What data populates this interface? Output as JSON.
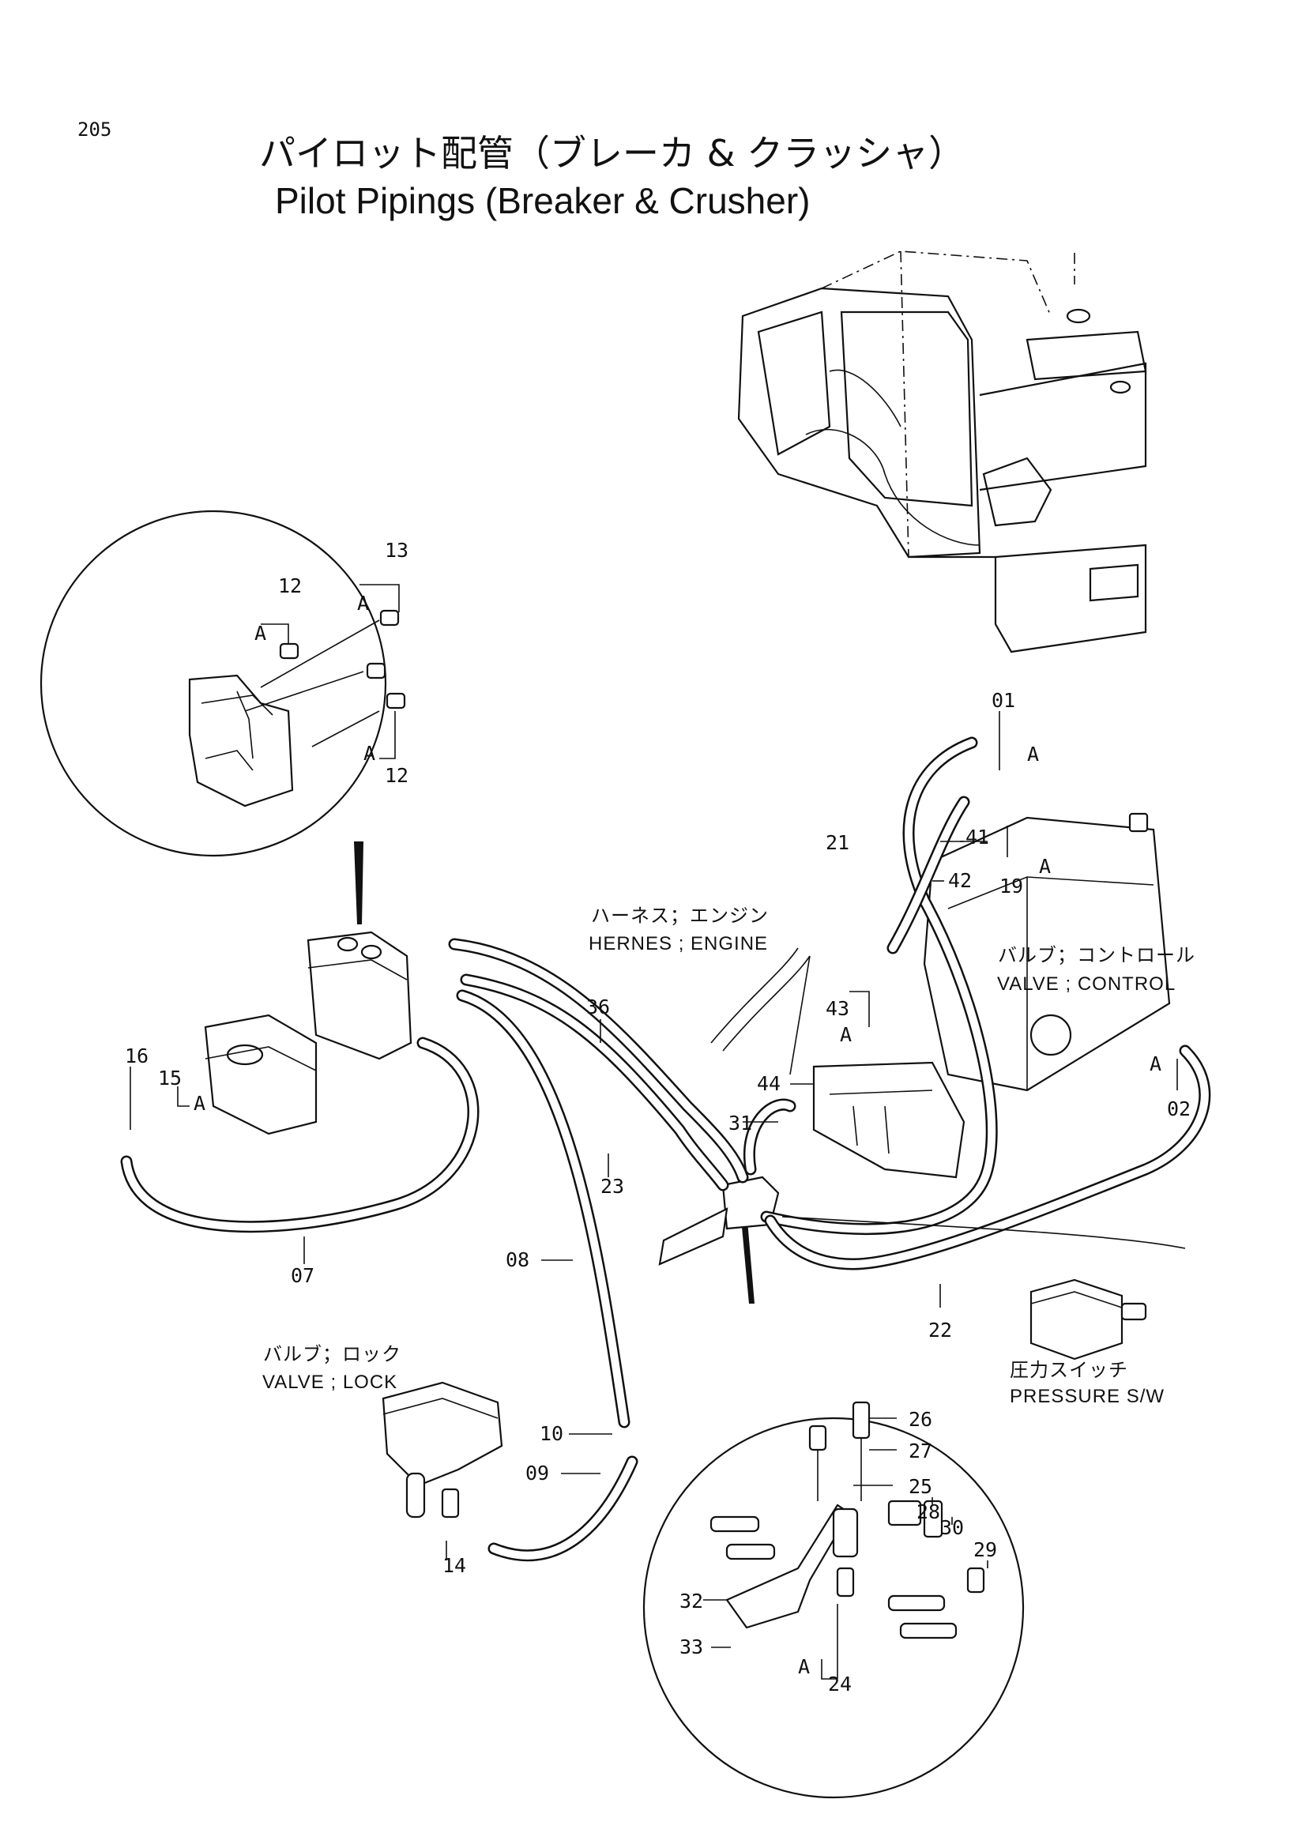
{
  "page": {
    "number": "205"
  },
  "title": {
    "japanese": "パイロット配管（ブレーカ & クラッシャ）",
    "english": "Pilot Pipings (Breaker & Crusher)"
  },
  "captions": {
    "harness_jp": "ハーネス；エンジン",
    "harness_en": "HERNES ; ENGINE",
    "valve_control_jp": "バルブ；コントロール",
    "valve_control_en": "VALVE ; CONTROL",
    "valve_lock_jp": "バルブ；ロック",
    "valve_lock_en": "VALVE ; LOCK",
    "pressure_sw_jp": "圧力スイッチ",
    "pressure_sw_en": "PRESSURE S/W"
  },
  "detail_marker": "A",
  "part_numbers": {
    "p01": "01",
    "p02": "02",
    "p07": "07",
    "p08": "08",
    "p09": "09",
    "p10": "10",
    "p12a": "12",
    "p12b": "12",
    "p13": "13",
    "p14": "14",
    "p15": "15",
    "p16": "16",
    "p19": "19",
    "p21": "21",
    "p22": "22",
    "p23": "23",
    "p24": "24",
    "p25": "25",
    "p26": "26",
    "p27": "27",
    "p28": "28",
    "p29": "29",
    "p30": "30",
    "p31": "31",
    "p32": "32",
    "p33": "33",
    "p36": "36",
    "p41": "41",
    "p42": "42",
    "p43": "43",
    "p44": "44"
  }
}
